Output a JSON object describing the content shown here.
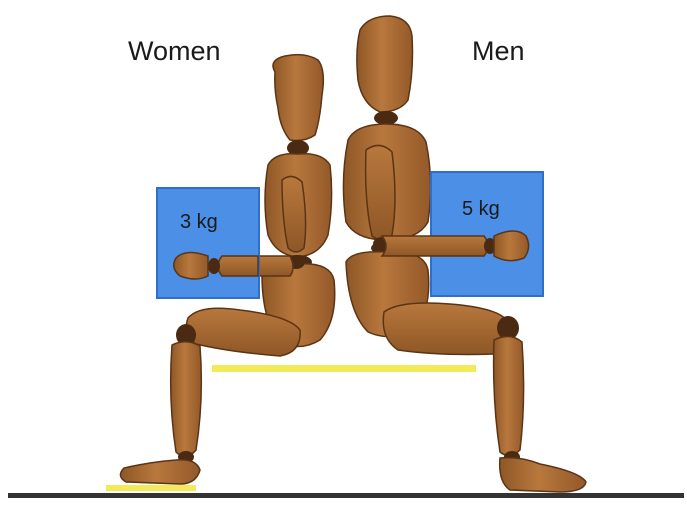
{
  "labels": {
    "women": "Women",
    "men": "Men"
  },
  "weights": {
    "women": "3 kg",
    "men": "5 kg"
  },
  "colors": {
    "mannequin": "#ad6f36",
    "mannequin_shade": "#8a5527",
    "joint": "#4a2a12",
    "weight_box": "#4b8fe6",
    "weight_box_edge": "#2f6fc8",
    "bench": "#f3ea57",
    "floor": "#333333"
  }
}
